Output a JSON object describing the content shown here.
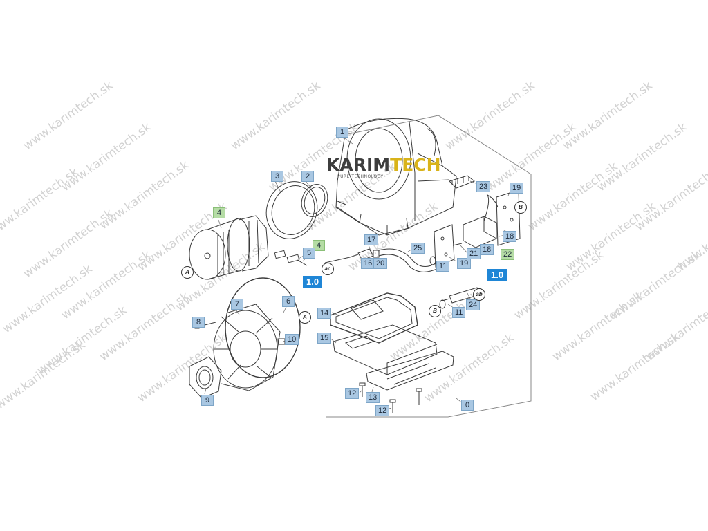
{
  "watermark": {
    "text": "www.karimtech.sk"
  },
  "logo": {
    "main_a": "KARIM",
    "main_b": "TECH",
    "subtitle": "PURE TECHNOLOGY"
  },
  "labels": {
    "l0": "0",
    "l1": "1",
    "l2": "2",
    "l3": "3",
    "l4a": "4",
    "l4b": "4",
    "l5": "5",
    "l6": "6",
    "l7": "7",
    "l8": "8",
    "l9": "9",
    "l10": "10",
    "l11a": "11",
    "l11b": "11",
    "l12a": "12",
    "l12b": "12",
    "l13": "13",
    "l14": "14",
    "l15": "15",
    "l16": "16",
    "l17": "17",
    "l18a": "18",
    "l18b": "18",
    "l19a": "19",
    "l19b": "19",
    "l20": "20",
    "l21": "21",
    "l22": "22",
    "l23": "23",
    "l24": "24",
    "l25": "25",
    "ref_left": "1.0",
    "ref_right": "1.0"
  },
  "connectors": {
    "a1": "A",
    "a2": "A",
    "b1": "B",
    "b2": "B",
    "ac": "ac",
    "ab": "ab"
  }
}
